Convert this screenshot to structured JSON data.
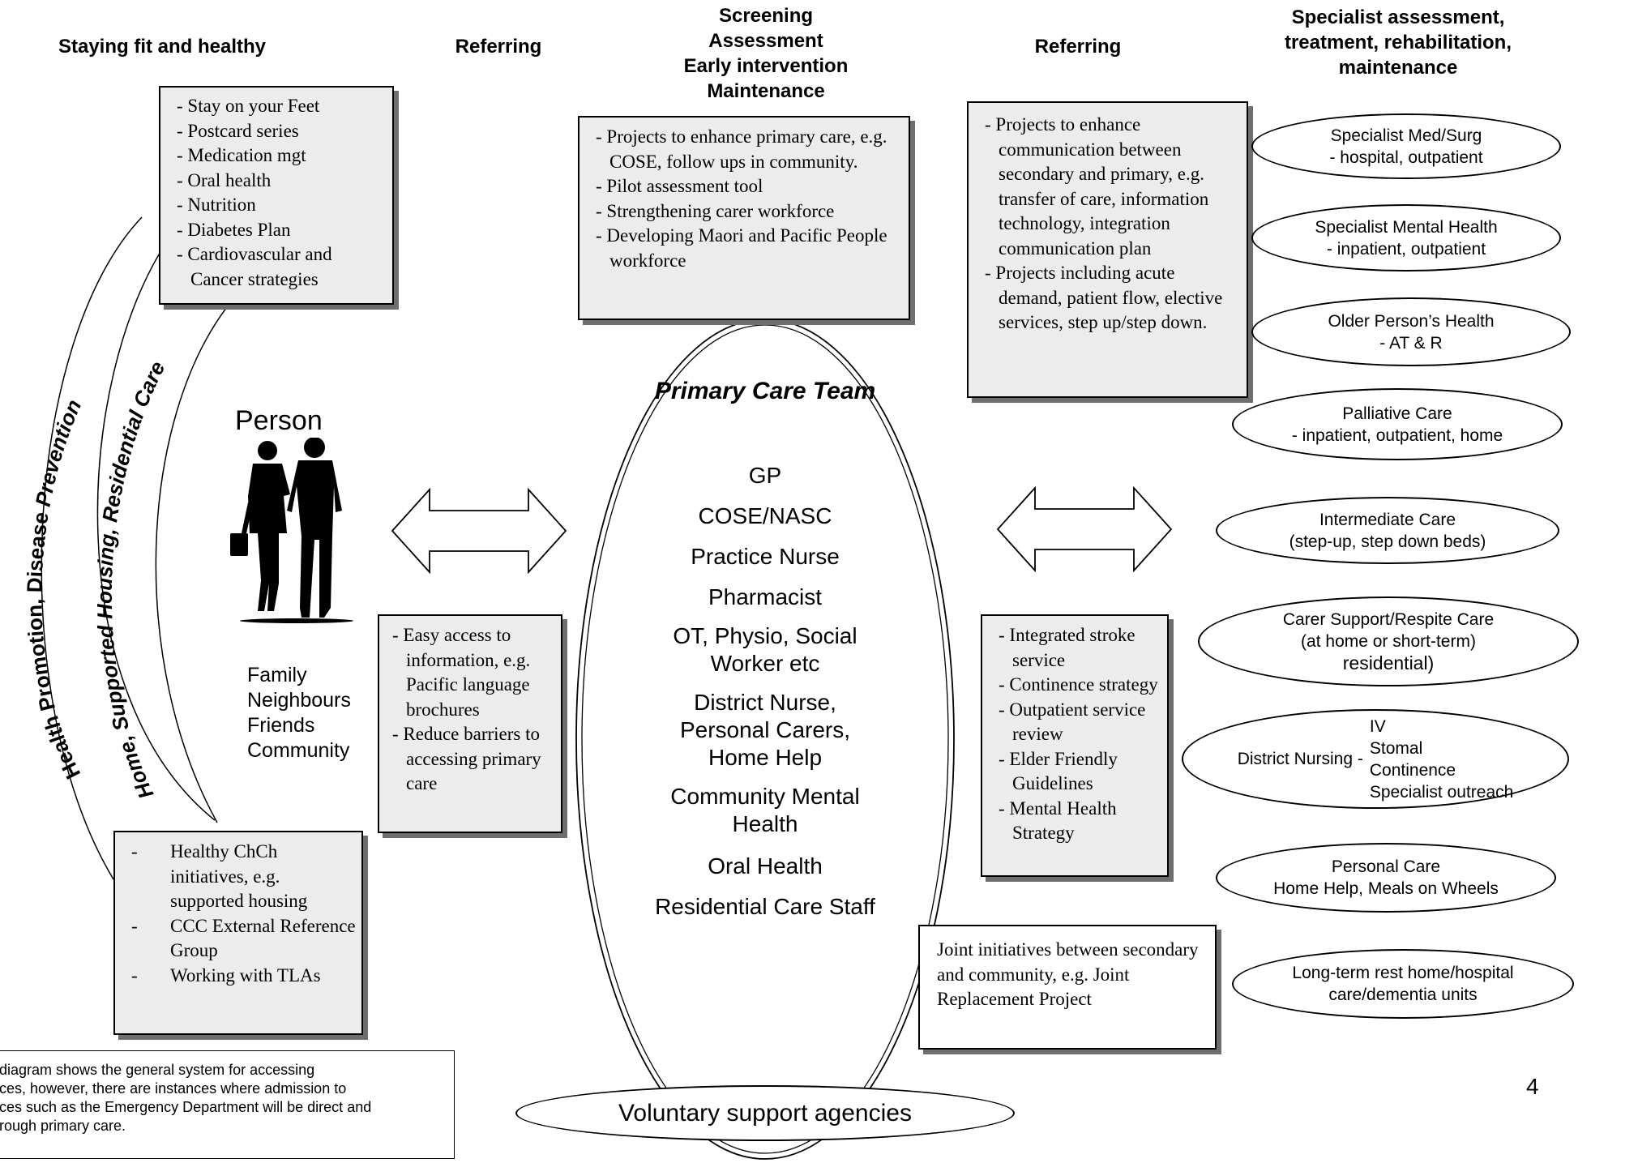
{
  "headers": {
    "staying_fit": "Staying fit and healthy",
    "referring_left": "Referring",
    "screening": [
      "Screening",
      "Assessment",
      "Early intervention",
      "Maintenance"
    ],
    "referring_right": "Referring",
    "specialist": [
      "Specialist assessment,",
      "treatment, rehabilitation,",
      "maintenance"
    ]
  },
  "arcs": {
    "outer": [
      "Health Promotion, Disease ",
      "Prevention"
    ],
    "inner": "Home, Supported Housing, Residential Care"
  },
  "staying_fit_box": [
    "- Stay on your Feet",
    "- Postcard series",
    "- Medication mgt",
    "- Oral health",
    "- Nutrition",
    "- Diabetes Plan",
    "- Cardiovascular and Cancer strategies"
  ],
  "person": {
    "label": "Person",
    "icon": "couple-walking-silhouette-icon",
    "supports": [
      "Family",
      "Neighbours",
      "Friends",
      "Community"
    ]
  },
  "healthy_chch_box": [
    {
      "dash": "-",
      "text": "Healthy ChCh initiatives, e.g. supported housing"
    },
    {
      "dash": "-",
      "text": "CCC External Reference Group"
    },
    {
      "dash": "-",
      "text": "Working with TLAs"
    }
  ],
  "access_box": [
    "- Easy access to information, e.g. Pacific language brochures",
    "- Reduce barriers to accessing primary care"
  ],
  "primary_projects_box": [
    "- Projects to enhance primary care, e.g. COSE, follow ups in community.",
    "- Pilot assessment tool",
    "- Strengthening carer workforce",
    "- Developing Maori and Pacific People workforce"
  ],
  "primary_care_team": {
    "title": "Primary Care Team",
    "members": [
      "GP",
      "COSE/NASC",
      "Practice Nurse",
      "Pharmacist",
      "OT, Physio, Social Worker etc",
      "District Nurse, Personal Carers, Home Help",
      "Community Mental Health",
      "Oral Health",
      "Residential Care Staff"
    ]
  },
  "referring_projects_box": [
    "- Projects to enhance communication between secondary and primary, e.g. transfer of care, information technology, integration communication plan",
    "- Projects including acute demand, patient flow, elective services, step up/step down."
  ],
  "integrated_box": [
    "- Integrated stroke service",
    "- Continence strategy",
    "- Outpatient service review",
    "- Elder Friendly Guidelines",
    "- Mental Health Strategy"
  ],
  "joint_box": "Joint initiatives between secondary and community, e.g. Joint Replacement Project",
  "specialist_services": [
    {
      "name": "Specialist Med/Surg",
      "detail": "- hospital, outpatient"
    },
    {
      "name": "Specialist Mental Health",
      "detail": "- inpatient, outpatient"
    },
    {
      "name": "Older Person’s Health",
      "detail": "- AT & R"
    },
    {
      "name": "Palliative Care",
      "detail": "- inpatient, outpatient, home"
    },
    {
      "name": "Intermediate Care",
      "detail": "(step-up, step down beds)"
    },
    {
      "name": "Carer Support/Respite Care",
      "detail": "(at home or short-term)",
      "extra": "residential)"
    },
    {
      "name": "Long-term rest home/hospital",
      "detail": "care/dementia units"
    },
    {
      "name": "Personal Care",
      "detail": "Home Help, Meals on Wheels"
    }
  ],
  "district_nursing": {
    "label": "District Nursing -",
    "items": [
      "IV",
      "Stomal",
      "Continence",
      "Specialist outreach"
    ]
  },
  "footnote": [
    "diagram shows the general system for accessing",
    "ces, however, there are instances where admission to",
    "ces such as the Emergency Department will be direct and",
    "rough primary care."
  ],
  "voluntary": "Voluntary support agencies",
  "page_number": "4",
  "icons": {
    "left_arrow": "double-headed-arrow-icon",
    "right_arrow": "double-headed-arrow-icon"
  }
}
